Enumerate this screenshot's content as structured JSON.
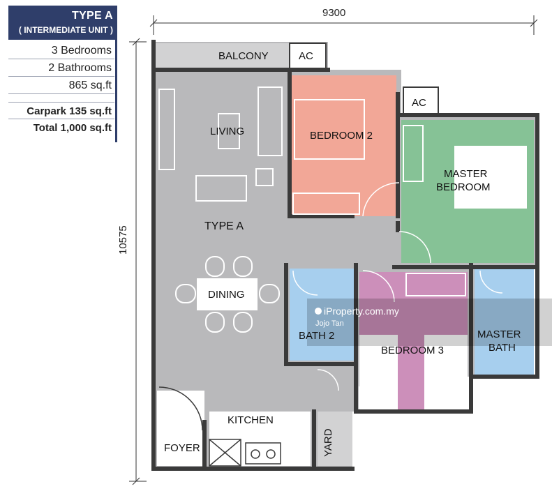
{
  "unit": {
    "type": "TYPE A",
    "subtitle": "( INTERMEDIATE UNIT )",
    "bedrooms": "3 Bedrooms",
    "bathrooms": "2 Bathrooms",
    "area": "865 sq.ft",
    "carpark": "Carpark 135 sq.ft",
    "total": "Total  1,000 sq.ft"
  },
  "dimensions": {
    "width": "9300",
    "height": "10575"
  },
  "rooms": {
    "balcony": "BALCONY",
    "ac1": "AC",
    "ac2": "AC",
    "living": "LIVING",
    "type_label": "TYPE A",
    "bedroom2": "BEDROOM 2",
    "master_bedroom_line1": "MASTER",
    "master_bedroom_line2": "BEDROOM",
    "dining": "DINING",
    "bath2": "BATH 2",
    "bedroom3": "BEDROOM 3",
    "master_bath_line1": "MASTER",
    "master_bath_line2": "BATH",
    "kitchen": "KITCHEN",
    "foyer": "FOYER",
    "yard": "YARD"
  },
  "watermark": {
    "brand": "iProperty.com.my",
    "agent": "Jojo Tan"
  },
  "colors": {
    "floor": "#b9b9bb",
    "bedroom2": "#f2a797",
    "master_bedroom": "#86c296",
    "bath": "#a7cfee",
    "bedroom3": "#cc8fba",
    "wall": "#3a3a3a",
    "card": "#2f3e6a"
  }
}
